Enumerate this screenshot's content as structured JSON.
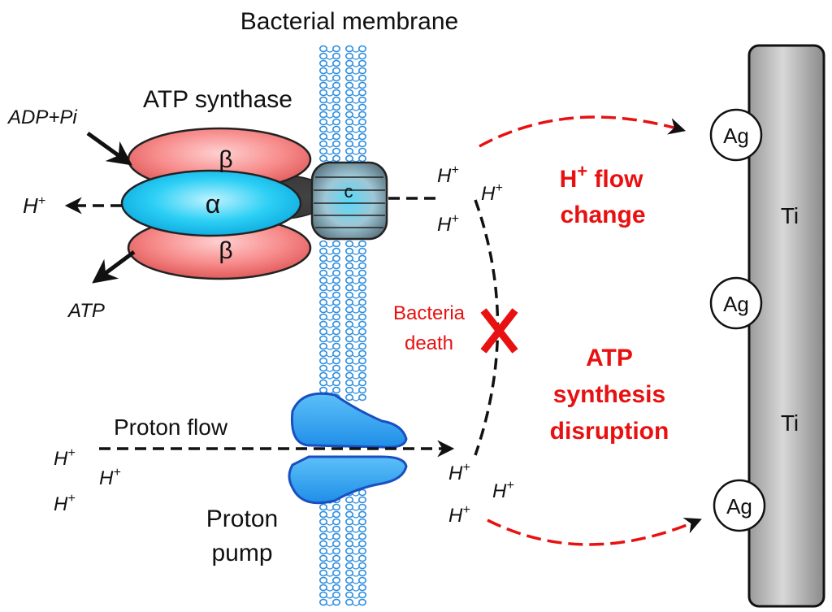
{
  "title": "Bacterial membrane",
  "atp_synthase": {
    "label": "ATP synthase",
    "beta_top": "β",
    "alpha": "α",
    "beta_bottom": "β",
    "c_ring": "c",
    "input_label": "ADP+Pi",
    "output_label": "ATP",
    "h_out_label": "H"
  },
  "proton_pump": {
    "label_line1": "Proton",
    "label_line2": "pump",
    "flow_label": "Proton flow"
  },
  "protons": {
    "symbol": "H",
    "charge": "+"
  },
  "death_label_line1": "Bacteria",
  "death_label_line2": "death",
  "flow_change": {
    "line1_prefix": "H",
    "line1_charge": "+",
    "line1_suffix": " flow",
    "line2": "change"
  },
  "atp_disruption": {
    "line1": "ATP",
    "line2": "synthesis",
    "line3": "disruption"
  },
  "implant": {
    "ti_label_1": "Ti",
    "ti_label_2": "Ti",
    "ag_labels": [
      "Ag",
      "Ag",
      "Ag"
    ]
  },
  "colors": {
    "membrane": "#2f8fe0",
    "beta": "#f07070",
    "alpha": "#19c5f2",
    "pump": "#3aa7f0",
    "accent_red": "#e81010",
    "rod": "#b8b8b8"
  }
}
